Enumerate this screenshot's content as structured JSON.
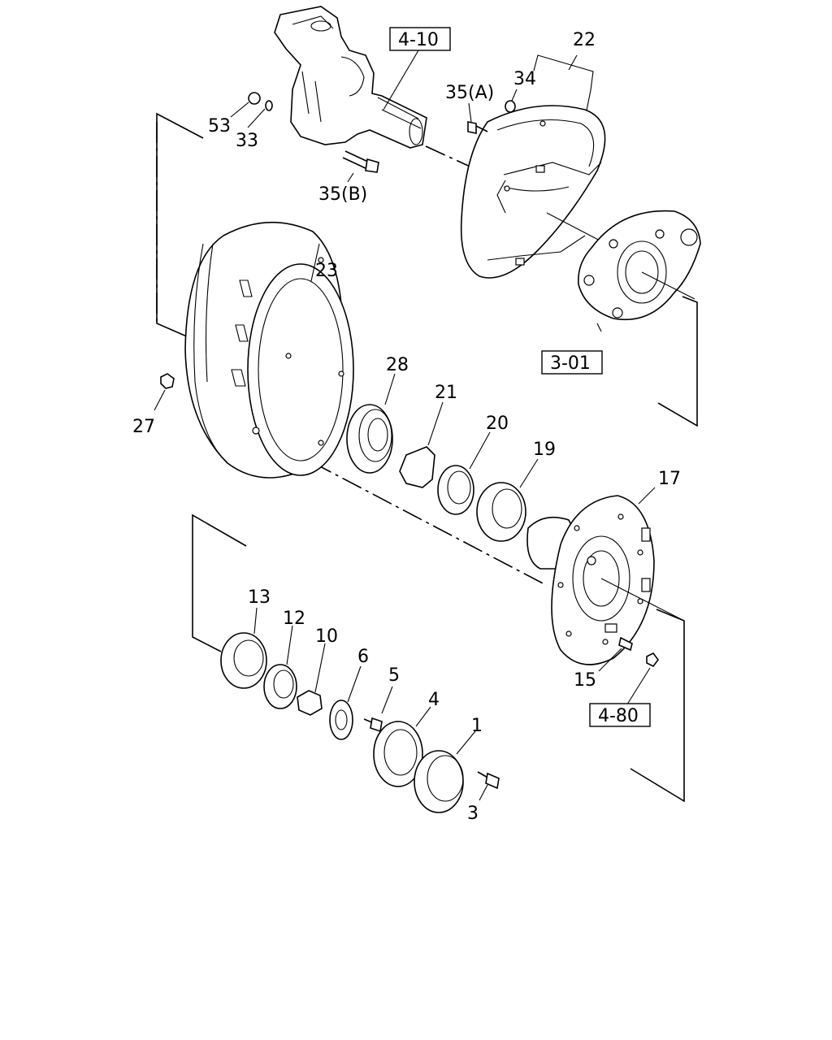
{
  "diagram": {
    "callouts": {
      "c1": "1",
      "c3": "3",
      "c4": "4",
      "c5": "5",
      "c6": "6",
      "c10": "10",
      "c12": "12",
      "c13": "13",
      "c15": "15",
      "c17": "17",
      "c19": "19",
      "c20": "20",
      "c21": "21",
      "c22": "22",
      "c23": "23",
      "c27": "27",
      "c28": "28",
      "c33": "33",
      "c34": "34",
      "c35a": "35(A)",
      "c35b": "35(B)",
      "c53": "53"
    },
    "refs": {
      "r410": "4-10",
      "r301": "3-01",
      "r480": "4-80"
    }
  }
}
